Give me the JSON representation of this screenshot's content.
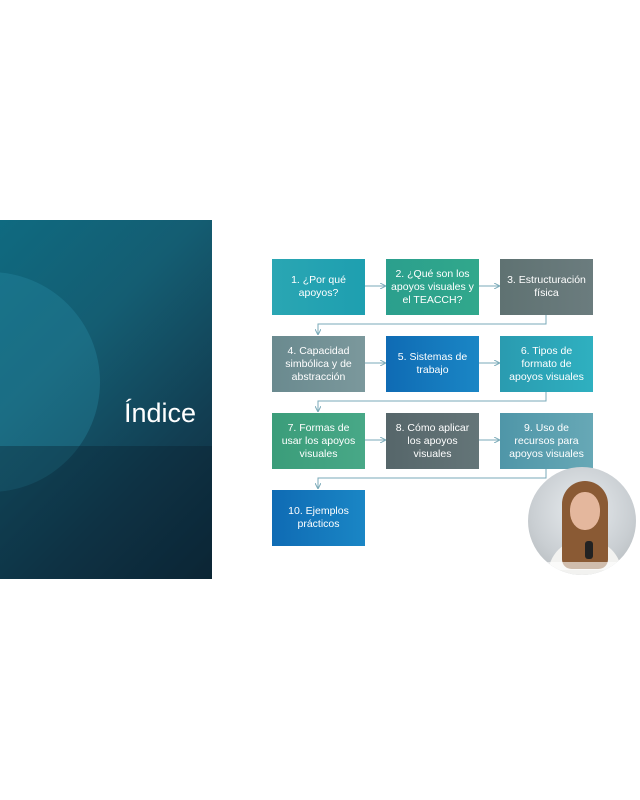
{
  "slide": {
    "title": "Índice",
    "nodes": [
      "1. ¿Por qué apoyos?",
      "2. ¿Qué son los apoyos visuales y el TEACCH?",
      "3. Estructuración física",
      "4. Capacidad simbólica y de abstracción",
      "5. Sistemas de trabajo",
      "6. Tipos de formato de apoyos visuales",
      "7. Formas de usar los apoyos visuales",
      "8. Cómo aplicar los apoyos visuales",
      "9. Uso de recursos para apoyos visuales",
      "10. Ejemplos prácticos"
    ]
  }
}
